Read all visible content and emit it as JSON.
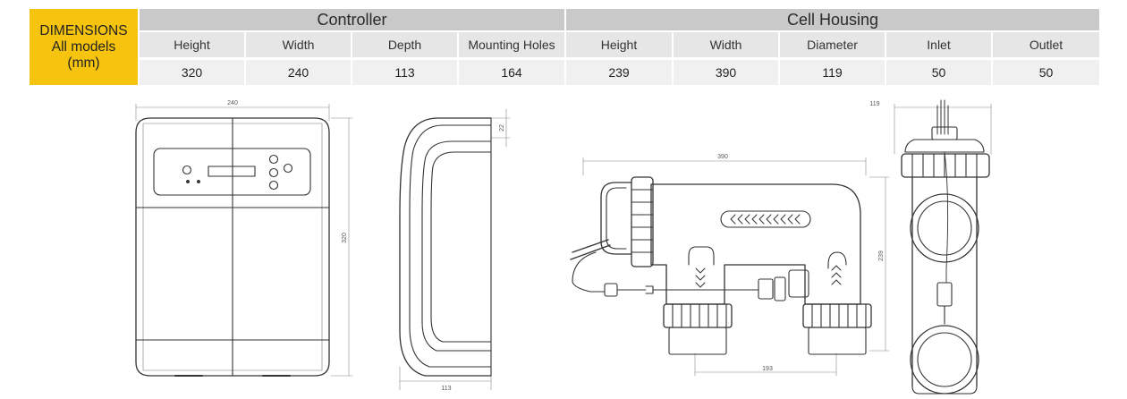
{
  "table": {
    "dimensions_label": [
      "DIMENSIONS",
      "All models",
      "(mm)"
    ],
    "groups": [
      {
        "title": "Controller",
        "columns": [
          {
            "label": "Height",
            "value": "320"
          },
          {
            "label": "Width",
            "value": "240"
          },
          {
            "label": "Depth",
            "value": "113"
          },
          {
            "label": "Mounting Holes",
            "value": "164"
          }
        ]
      },
      {
        "title": "Cell Housing",
        "columns": [
          {
            "label": "Height",
            "value": "239"
          },
          {
            "label": "Width",
            "value": "390"
          },
          {
            "label": "Diameter",
            "value": "119"
          },
          {
            "label": "Inlet",
            "value": "50"
          },
          {
            "label": "Outlet",
            "value": "50"
          }
        ]
      }
    ]
  },
  "drawings": {
    "controller_front": {
      "width_dim": "240",
      "height_dim": "320"
    },
    "controller_side": {
      "depth_dim": "113",
      "top_dim": "22"
    },
    "cell_side": {
      "width_dim": "390",
      "height_dim": "239",
      "spacing_dim": "193"
    },
    "cell_end": {
      "diameter_dim": "119"
    }
  },
  "colors": {
    "header_bg": "#c9c9c9",
    "label_highlight": "#f6c40e",
    "subheader_bg": "#e6e6e6",
    "value_bg": "#f0f0f0"
  }
}
